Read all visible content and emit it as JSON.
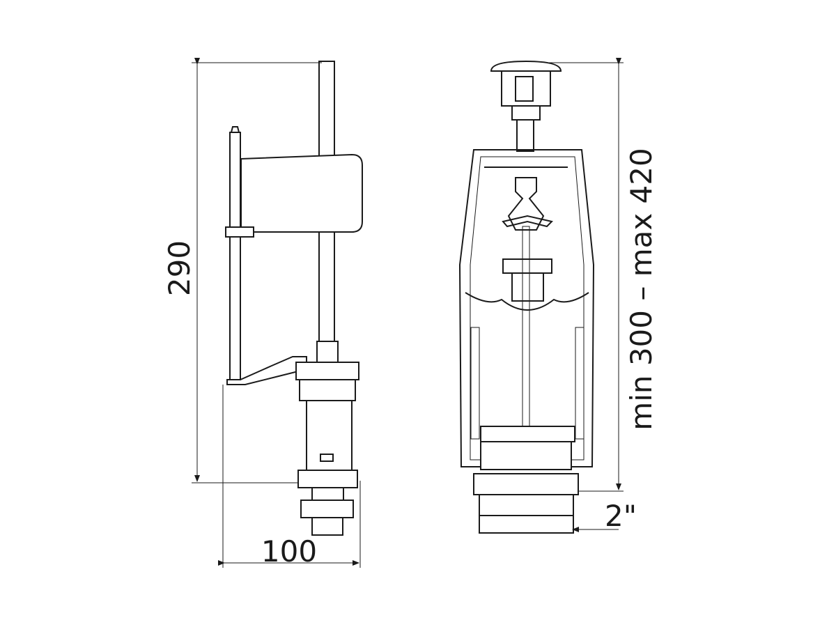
{
  "drawing": {
    "fill_valve": {
      "height_label": "290",
      "width_label": "100"
    },
    "flush_valve": {
      "height_range_label": "min 300 – max 420",
      "thread_size_label": "2\""
    }
  },
  "colors": {
    "line": "#1a1a1a",
    "background": "#ffffff"
  }
}
